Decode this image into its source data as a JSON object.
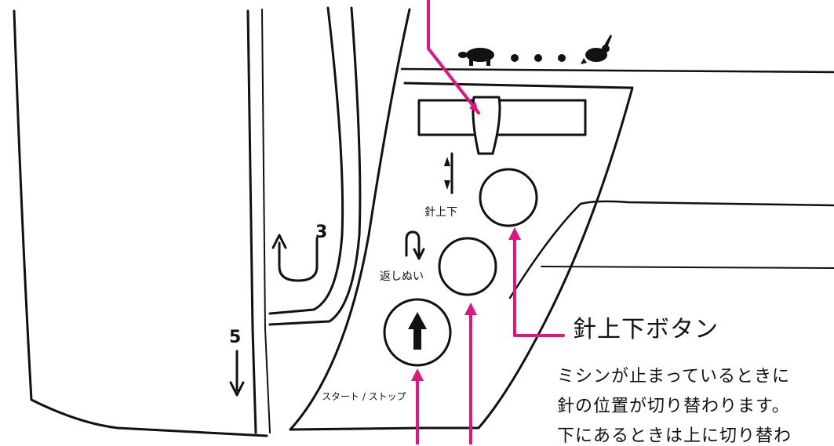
{
  "diagram": {
    "step_numbers": {
      "thread_guide": "3",
      "down_guide": "5"
    },
    "controls": {
      "needle_up_down_label": "針上下",
      "reverse_label": "返しぬい",
      "start_stop_label": "スタート / ストップ"
    },
    "callout": {
      "title": "針上下ボタン",
      "lines": [
        "ミシンが止まっているときに",
        "針の位置が切り替わります。",
        "下にあるときは上に切り替わ"
      ]
    },
    "speed_indicator": {
      "slow_icon": "turtle-icon",
      "fast_icon": "rabbit-icon"
    },
    "colors": {
      "leader": "#e0157f",
      "ink": "#111111",
      "paper": "#ffffff"
    }
  }
}
